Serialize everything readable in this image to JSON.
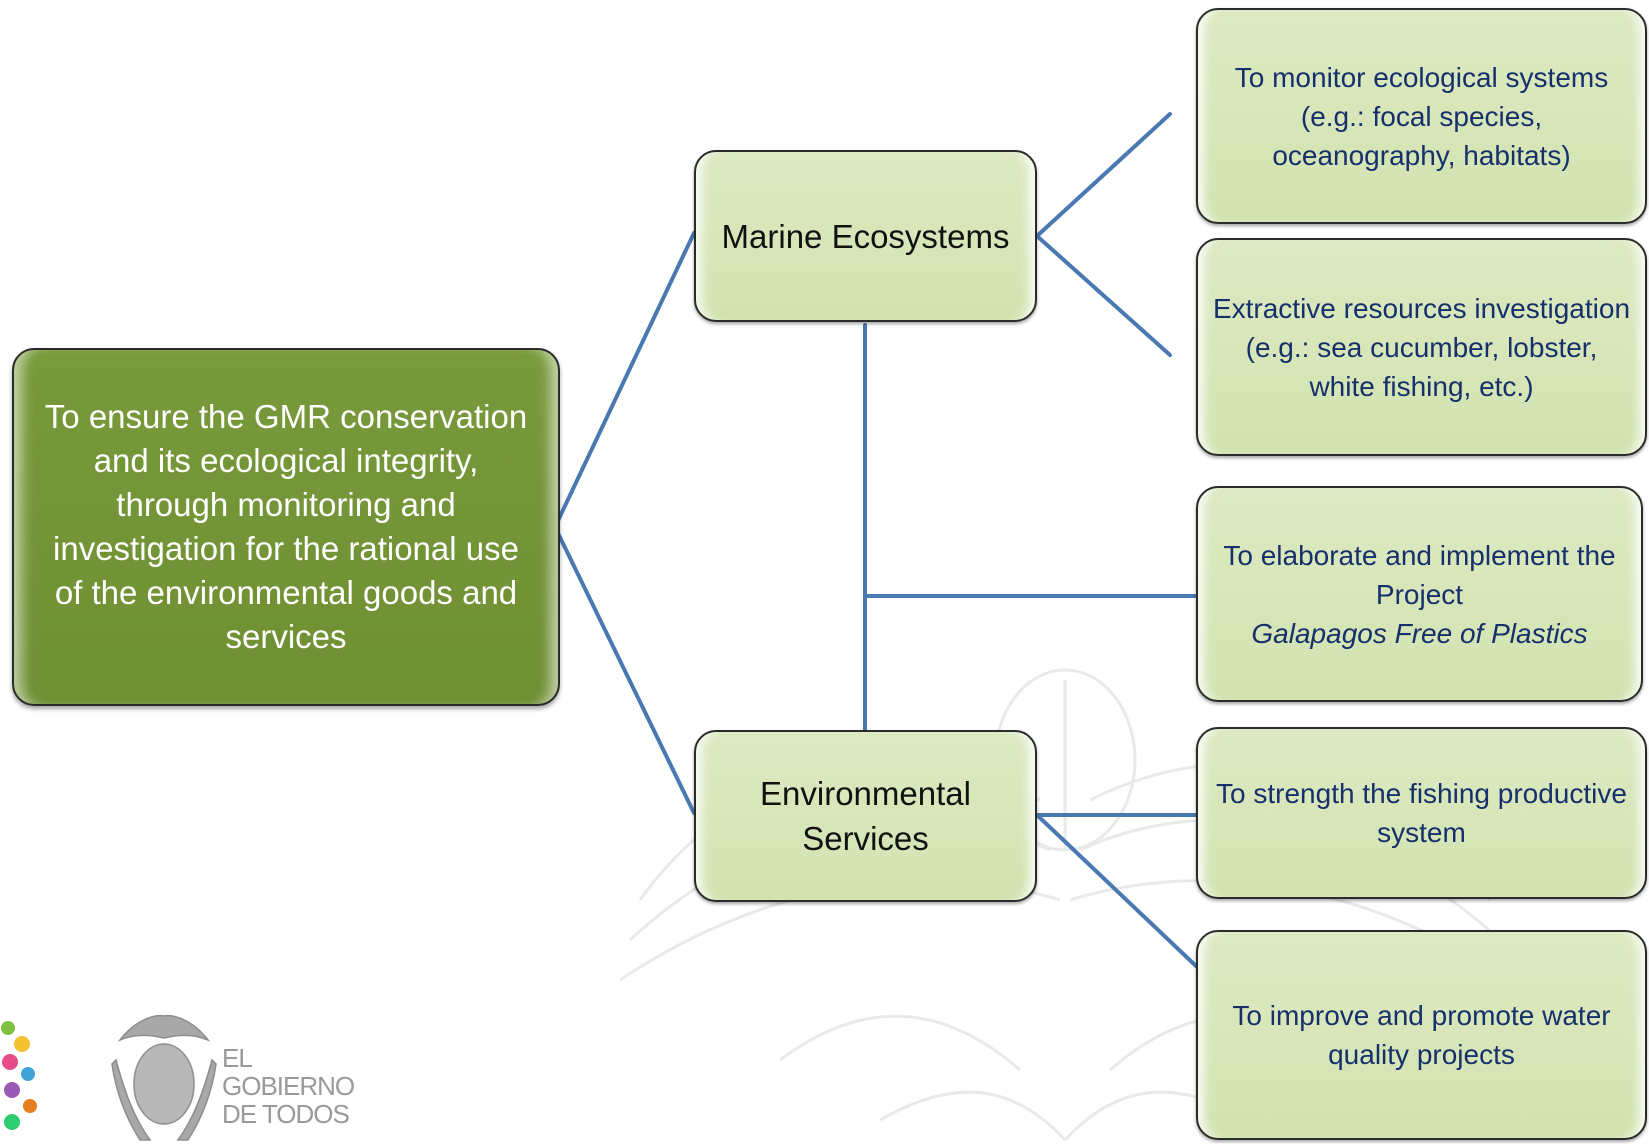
{
  "diagram": {
    "root": {
      "text": "To ensure the GMR conservation and its ecological integrity, through monitoring and investigation for the rational use of the environmental goods and services"
    },
    "branches": [
      {
        "text": "Marine Ecosystems",
        "children": [
          "To monitor ecological systems (e.g.: focal species, oceanography, habitats)",
          "Extractive resources investigation (e.g.: sea cucumber, lobster, white fishing, etc.)"
        ]
      },
      {
        "text": "Environmental Services",
        "children": [
          "To strength the fishing productive system",
          "To improve and promote water quality projects"
        ]
      }
    ],
    "shared_leaf": {
      "line1": "To elaborate and implement the Project",
      "italic": "Galapagos Free of Plastics"
    }
  },
  "logo": {
    "gov_text": "EL\nGOBIERNO\nDE TODOS"
  },
  "colors": {
    "root_fill": "#789a3b",
    "node_fill": "#d7e4bc",
    "connector": "#4a78b0",
    "leaf_text": "#16306b",
    "root_text": "#ffffff"
  }
}
